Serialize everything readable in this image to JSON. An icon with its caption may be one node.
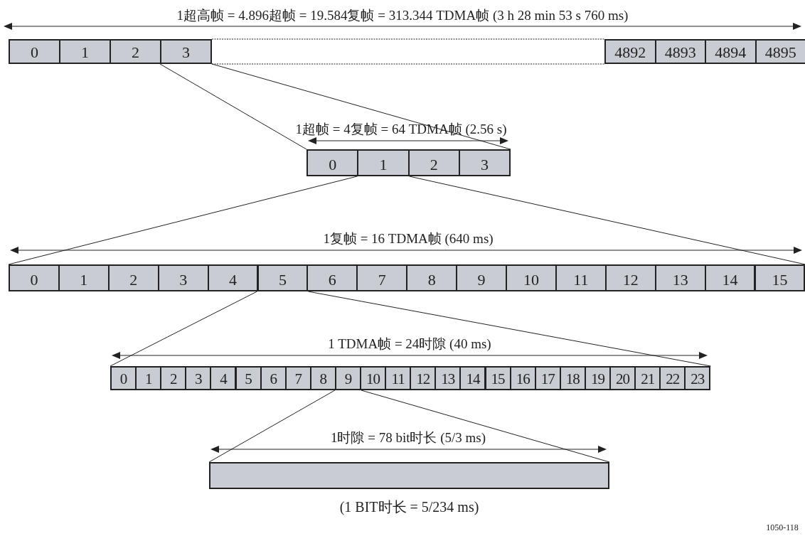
{
  "diagram": {
    "nodes": [
      {
        "text": [
          "0"
        ]
      },
      {
        "text": [
          "1"
        ]
      },
      {
        "text": [
          "2"
        ]
      },
      {
        "text": [
          "3"
        ]
      },
      {
        "text": [
          "4892"
        ]
      },
      {
        "text": [
          "4893"
        ]
      },
      {
        "text": [
          "4894"
        ]
      },
      {
        "text": [
          "4895"
        ]
      },
      {
        "text": [
          "0"
        ]
      },
      {
        "text": [
          "1"
        ]
      },
      {
        "text": [
          "2"
        ]
      },
      {
        "text": [
          "3"
        ]
      },
      {
        "text": [
          "0"
        ]
      },
      {
        "text": [
          "1"
        ]
      },
      {
        "text": [
          "2"
        ]
      },
      {
        "text": [
          "3"
        ]
      },
      {
        "text": [
          "4"
        ]
      },
      {
        "text": [
          "5"
        ]
      },
      {
        "text": [
          "6"
        ]
      },
      {
        "text": [
          "7"
        ]
      },
      {
        "text": [
          "8"
        ]
      },
      {
        "text": [
          "9"
        ]
      },
      {
        "text": [
          "10"
        ]
      },
      {
        "text": [
          "11"
        ]
      },
      {
        "text": [
          "12"
        ]
      },
      {
        "text": [
          "13"
        ]
      },
      {
        "text": [
          "14"
        ]
      },
      {
        "text": [
          "15"
        ]
      },
      {
        "text": [
          "0"
        ]
      },
      {
        "text": [
          "1"
        ]
      },
      {
        "text": [
          "2"
        ]
      },
      {
        "text": [
          "3"
        ]
      },
      {
        "text": [
          "4"
        ]
      },
      {
        "text": [
          "5"
        ]
      },
      {
        "text": [
          "6"
        ]
      },
      {
        "text": [
          "7"
        ]
      },
      {
        "text": [
          "8"
        ]
      },
      {
        "text": [
          "9"
        ]
      },
      {
        "text": [
          "10"
        ]
      },
      {
        "text": [
          "11"
        ]
      },
      {
        "text": [
          "12"
        ]
      },
      {
        "text": [
          "13"
        ]
      },
      {
        "text": [
          "14"
        ]
      },
      {
        "text": [
          "15"
        ]
      },
      {
        "text": [
          "16"
        ]
      },
      {
        "text": [
          "17"
        ]
      },
      {
        "text": [
          "18"
        ]
      },
      {
        "text": [
          "19"
        ]
      },
      {
        "text": [
          "20"
        ]
      },
      {
        "text": [
          "21"
        ]
      },
      {
        "text": [
          "22"
        ]
      },
      {
        "text": [
          "23"
        ]
      },
      {
        "text": [],
        "shape": "bar",
        "beside": [
          "(1 BIT时长 = 5/234 ms)"
        ]
      }
    ],
    "edges": [
      {
        "from": 3,
        "to": 4,
        "arrow": "none",
        "style": "dashed"
      },
      {
        "from": 3,
        "to": 4,
        "arrow": "none",
        "style": "dashed"
      },
      {
        "from": 3,
        "to": 8,
        "arrow": "none"
      },
      {
        "from": 3,
        "to": 11,
        "arrow": "none"
      },
      {
        "from": 9,
        "to": 12,
        "arrow": "none"
      },
      {
        "from": 9,
        "to": 27,
        "arrow": "none"
      },
      {
        "from": 17,
        "to": 28,
        "arrow": "none"
      },
      {
        "from": 17,
        "to": 51,
        "arrow": "none"
      },
      {
        "from": 37,
        "to": 52,
        "arrow": "none"
      },
      {
        "from": 37,
        "to": 52,
        "arrow": "none"
      }
    ],
    "labels": [
      "1超高帧 = 4.896超帧 = 19.584复帧 = 313.344 TDMA帧 (3 h 28 min 53 s 760 ms)",
      "1超帧 = 4复帧 = 64 TDMA帧 (2.56 s)",
      "1复帧 = 16 TDMA帧 (640 ms)",
      "1 TDMA帧 = 24时隙 (40 ms)",
      "1时隙 = 78 bit时长 (5/3 ms)",
      "1050-118"
    ]
  }
}
